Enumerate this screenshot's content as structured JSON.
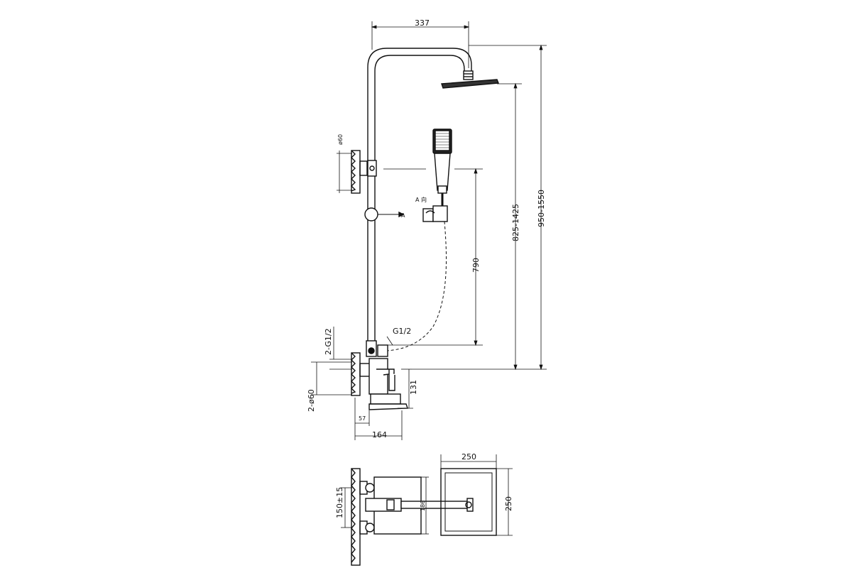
{
  "dimensions": {
    "head_reach": "337",
    "overall_height": "950-1550",
    "head_height": "825-1425",
    "hand_holder_height": "790",
    "flange_dia_top": "ø60",
    "label_A": "A",
    "label_A_view": "A 向",
    "outlet_thread": "G1/2",
    "inlet_thread": "2-G1/2",
    "flange_dia_bottom": "2-ø60",
    "spout_height": "131",
    "spout_offset": "57",
    "spout_reach": "164",
    "centers": "150±15",
    "mixer_depth": "186",
    "head_width": "250",
    "head_depth": "250"
  }
}
